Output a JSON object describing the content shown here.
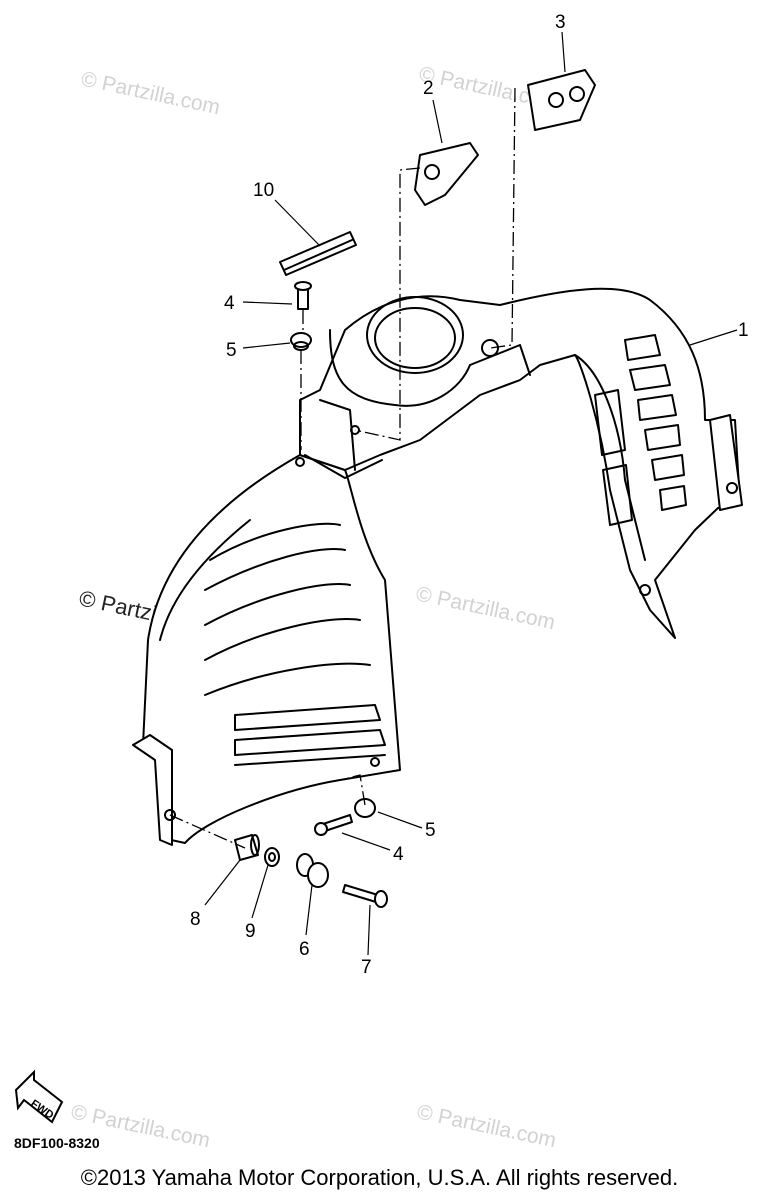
{
  "watermarks": {
    "text": "© Partzilla.com",
    "highlight_text": "© Partzilla.com"
  },
  "callouts": [
    "1",
    "2",
    "3",
    "4",
    "5",
    "4",
    "5",
    "6",
    "7",
    "8",
    "9",
    "10"
  ],
  "fwd_label": "FWD",
  "part_code": "8DF100-8320",
  "copyright": "©2013 Yamaha Motor Corporation, U.S.A. All rights reserved.",
  "colors": {
    "line": "#000000",
    "watermark": "#d2d2d2",
    "background": "#ffffff"
  }
}
